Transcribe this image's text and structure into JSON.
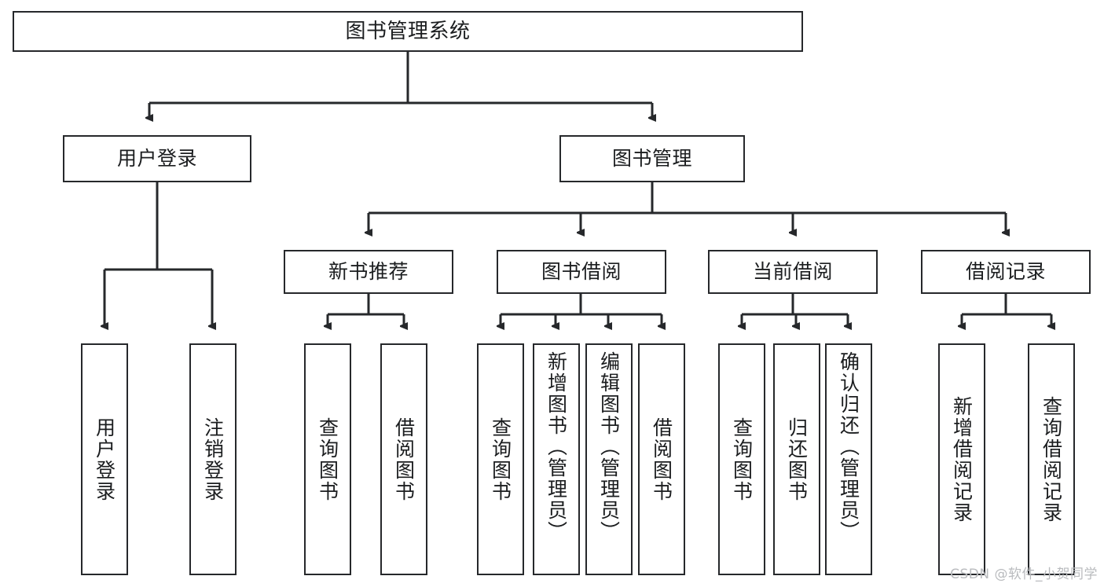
{
  "diagram": {
    "type": "tree",
    "title": "图书管理系统",
    "root": {
      "id": "root",
      "label": "图书管理系统"
    },
    "level2": [
      {
        "id": "user-login",
        "label": "用户登录"
      },
      {
        "id": "book-manage",
        "label": "图书管理"
      }
    ],
    "level3": [
      {
        "id": "new-book-recommend",
        "label": "新书推荐",
        "parent": "book-manage"
      },
      {
        "id": "book-borrow",
        "label": "图书借阅",
        "parent": "book-manage"
      },
      {
        "id": "current-borrow",
        "label": "当前借阅",
        "parent": "book-manage"
      },
      {
        "id": "borrow-record",
        "label": "借阅记录",
        "parent": "book-manage"
      }
    ],
    "leaves": [
      {
        "id": "leaf-user-login",
        "label": "用户登录",
        "parent": "user-login"
      },
      {
        "id": "leaf-logout-login",
        "label": "注销登录",
        "parent": "user-login"
      },
      {
        "id": "leaf-query-book-1",
        "label": "查询图书",
        "parent": "new-book-recommend"
      },
      {
        "id": "leaf-borrow-book-1",
        "label": "借阅图书",
        "parent": "new-book-recommend"
      },
      {
        "id": "leaf-query-book-2",
        "label": "查询图书",
        "parent": "book-borrow"
      },
      {
        "id": "leaf-add-book",
        "label": "新增图书（管理员）",
        "parent": "book-borrow"
      },
      {
        "id": "leaf-edit-book",
        "label": "编辑图书（管理员）",
        "parent": "book-borrow"
      },
      {
        "id": "leaf-borrow-book-2",
        "label": "借阅图书",
        "parent": "book-borrow"
      },
      {
        "id": "leaf-query-book-3",
        "label": "查询图书",
        "parent": "current-borrow"
      },
      {
        "id": "leaf-return-book",
        "label": "归还图书",
        "parent": "current-borrow"
      },
      {
        "id": "leaf-confirm-return",
        "label": "确认归还（管理员）",
        "parent": "current-borrow"
      },
      {
        "id": "leaf-add-record",
        "label": "新增借阅记录",
        "parent": "borrow-record"
      },
      {
        "id": "leaf-query-record",
        "label": "查询借阅记录",
        "parent": "borrow-record"
      }
    ],
    "colors": {
      "stroke": "#26282b",
      "fill": "#ffffff",
      "text": "#1b1d1f",
      "watermark": "#b9bbbe"
    }
  },
  "watermark": {
    "text": "CSDN @软件_小贺同学"
  }
}
